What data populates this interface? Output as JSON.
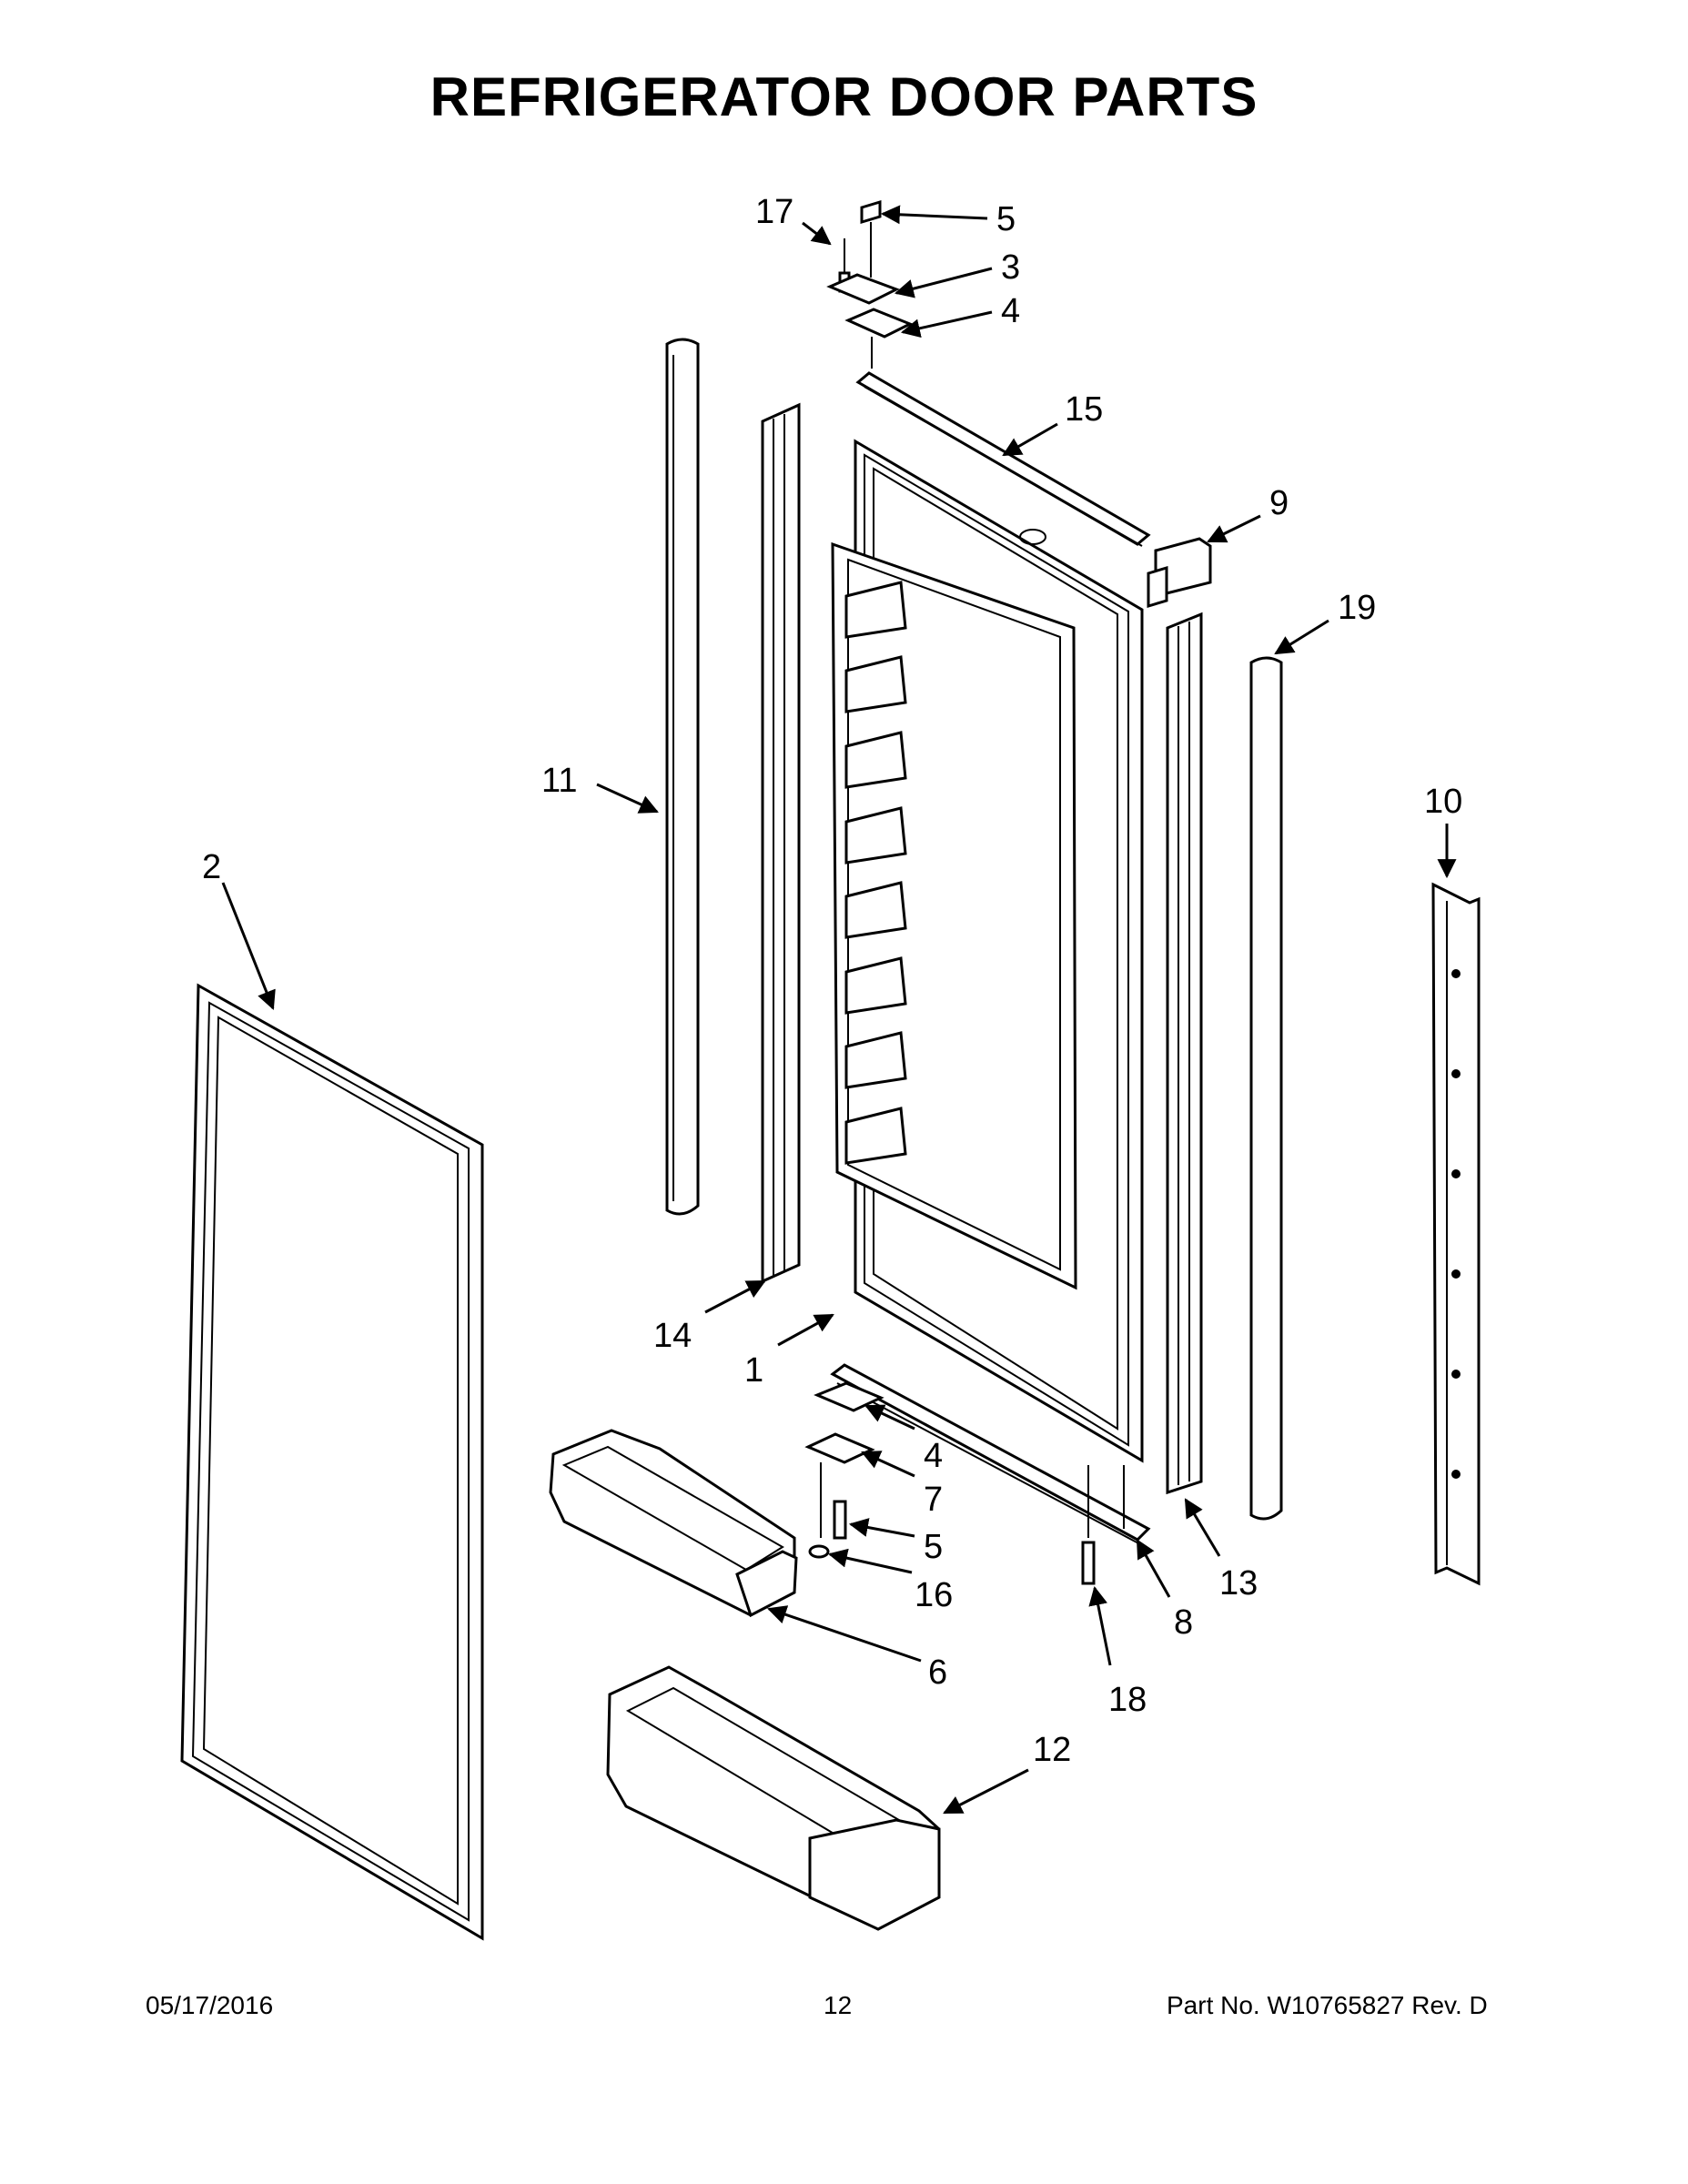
{
  "title": "REFRIGERATOR DOOR PARTS",
  "callouts": [
    {
      "id": "c17",
      "label": "17"
    },
    {
      "id": "c5a",
      "label": "5"
    },
    {
      "id": "c3",
      "label": "3"
    },
    {
      "id": "c4a",
      "label": "4"
    },
    {
      "id": "c15",
      "label": "15"
    },
    {
      "id": "c9",
      "label": "9"
    },
    {
      "id": "c19",
      "label": "19"
    },
    {
      "id": "c11",
      "label": "11"
    },
    {
      "id": "c10",
      "label": "10"
    },
    {
      "id": "c2",
      "label": "2"
    },
    {
      "id": "c14",
      "label": "14"
    },
    {
      "id": "c1",
      "label": "1"
    },
    {
      "id": "c4b",
      "label": "4"
    },
    {
      "id": "c7",
      "label": "7"
    },
    {
      "id": "c5b",
      "label": "5"
    },
    {
      "id": "c16",
      "label": "16"
    },
    {
      "id": "c13",
      "label": "13"
    },
    {
      "id": "c8",
      "label": "8"
    },
    {
      "id": "c6",
      "label": "6"
    },
    {
      "id": "c18",
      "label": "18"
    },
    {
      "id": "c12",
      "label": "12"
    }
  ],
  "footer": {
    "date": "05/17/2016",
    "page": "12",
    "part": "Part No.  W10765827   Rev.  D"
  }
}
